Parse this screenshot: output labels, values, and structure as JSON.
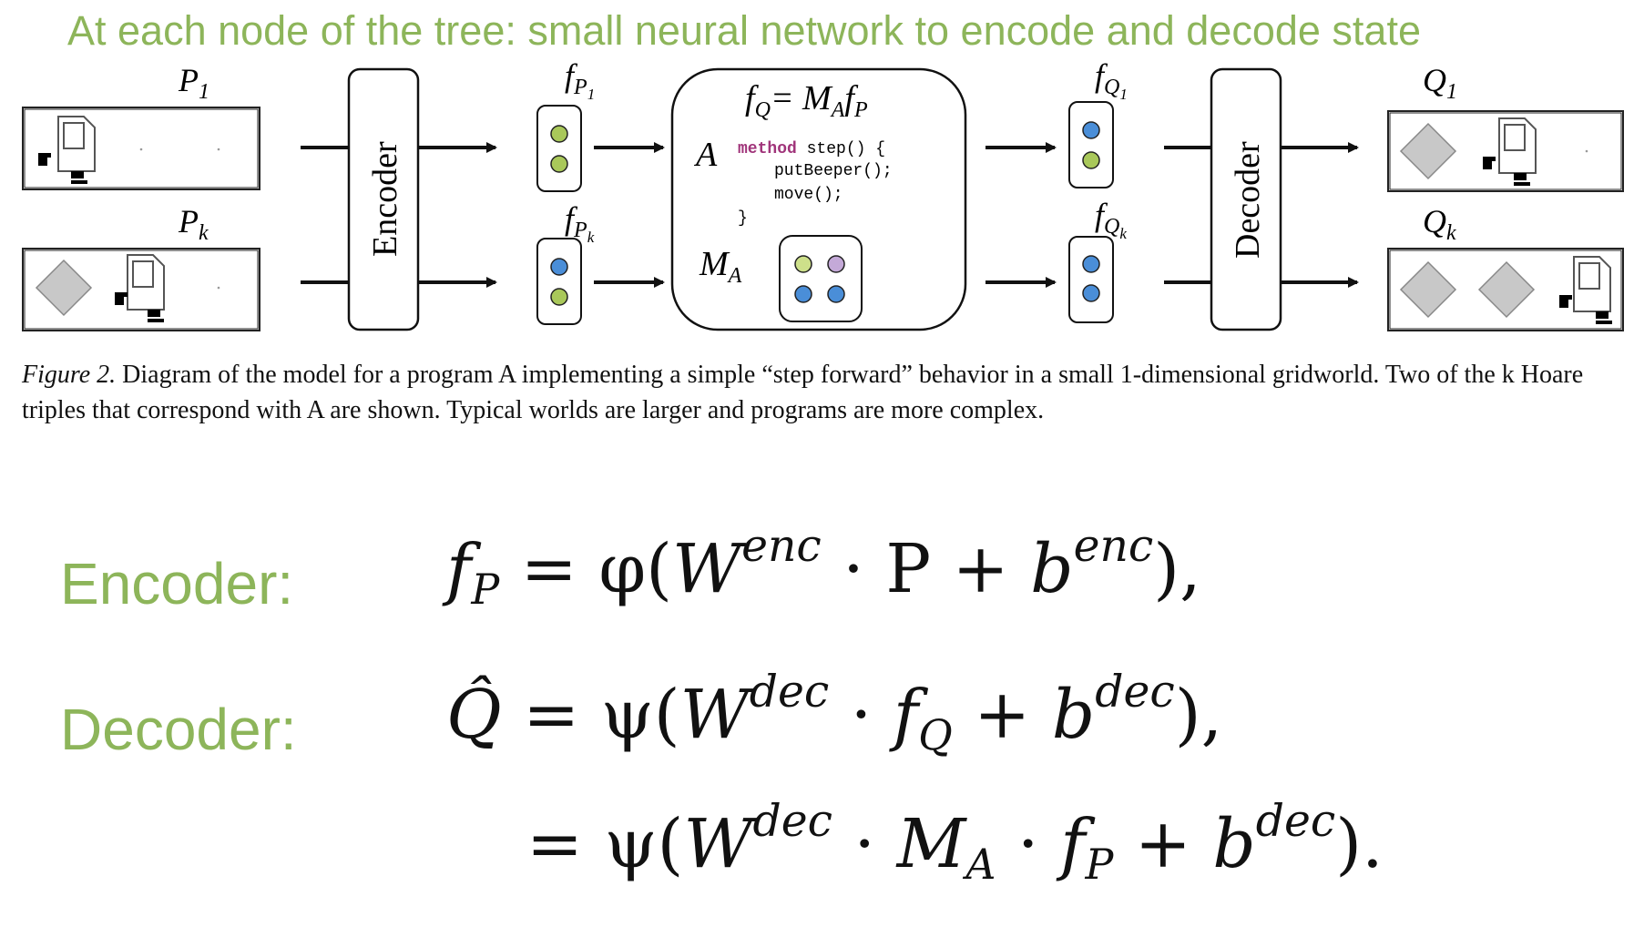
{
  "slide": {
    "heading": "At each node of the tree: small neural network to encode and decode state"
  },
  "diagram": {
    "p1_label": "P",
    "p1_sub": "1",
    "pk_label": "P",
    "pk_sub": "k",
    "encoder_label": "Encoder",
    "decoder_label": "Decoder",
    "fp1_label": "f",
    "fp1_sub": "P",
    "fp1_subsub": "1",
    "fpk_label": "f",
    "fpk_sub": "P",
    "fpk_subsub": "k",
    "fq1_label": "f",
    "fq1_sub": "Q",
    "fq1_subsub": "1",
    "fqk_label": "f",
    "fqk_sub": "Q",
    "fqk_subsub": "k",
    "q1_label": "Q",
    "q1_sub": "1",
    "qk_label": "Q",
    "qk_sub": "k",
    "program_eq": {
      "lhs_f": "f",
      "lhs_sub": "Q",
      "eq": "= M",
      "m_sub": "A",
      "rhs_f": "f",
      "rhs_sub": "P"
    },
    "program_a_label": "A",
    "program_ma_label": "M",
    "program_ma_sub": "A",
    "code": {
      "keyword": "method",
      "line1": " step() {",
      "line2": "putBeeper();",
      "line3": "move();",
      "line4": "}"
    },
    "colors": {
      "green_dot": "#a9c85a",
      "blue_dot": "#4a8ed8",
      "purple_dot": "#c4a9d8",
      "light_green_dot": "#cde08a",
      "keyword": "#a0347a",
      "diamond": "#c8c8c8",
      "heading": "#8db55a"
    }
  },
  "caption": {
    "lead": "Figure 2.",
    "text": " Diagram of the model for a program A implementing a simple “step forward” behavior in a small 1-dimensional gridworld. Two of the k Hoare triples that correspond with A are shown. Typical worlds are larger and programs are more complex."
  },
  "equations": {
    "encoder_label": "Encoder:",
    "decoder_label": "Decoder:",
    "enc": {
      "f": "f",
      "f_sub": "P",
      "eq": " = φ(",
      "W": "W",
      "w_sup": "enc",
      "dotP": " · P + ",
      "b": "b",
      "b_sup": "enc",
      "tail": "),"
    },
    "dec1": {
      "q": "Q̂",
      "eq": " = ψ(",
      "W": "W",
      "w_sup": "dec",
      "dotf": " · ",
      "f": "f",
      "f_sub": "Q",
      "plus": " + ",
      "b": "b",
      "b_sup": "dec",
      "tail": "),"
    },
    "dec2": {
      "eq": "= ψ(",
      "W": "W",
      "w_sup": "dec",
      "dotM": " · ",
      "M": "M",
      "m_sub": "A",
      "dotf": " · ",
      "f": "f",
      "f_sub": "P",
      "plus": " + ",
      "b": "b",
      "b_sup": "dec",
      "tail": ")."
    }
  }
}
